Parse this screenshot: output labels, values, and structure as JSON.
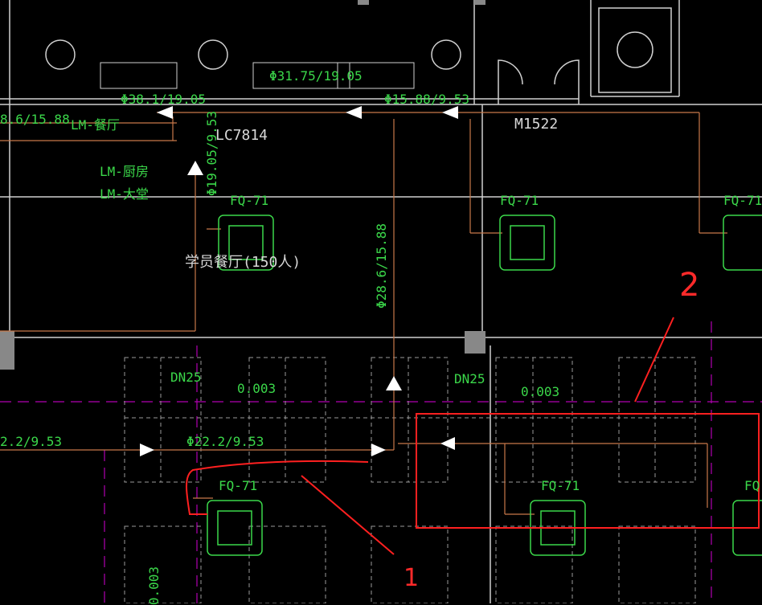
{
  "pipes": {
    "p1": "Φ38.1/19.05",
    "p2": "Φ31.75/19.05",
    "p3": "Φ15.88/9.53",
    "p4": "8.6/15.88",
    "p5": "Φ19.05/9.53",
    "p6": "Φ28.6/15.88",
    "p7": "Φ22.2/9.53",
    "p8": "2.2/9.53"
  },
  "labels": {
    "lm_dining": "LM-餐厅",
    "lm_kitchen": "LM-厨房",
    "lm_lobby": "LM-大堂",
    "window": "LC7814",
    "door": "M1522",
    "room": "学员餐厅(150人)",
    "dn1": "DN25",
    "dn2": "DN25",
    "slope1": "0.003",
    "slope2": "0.003",
    "slope3": "0.003"
  },
  "units": {
    "u1": "FQ-71",
    "u2": "FQ-71",
    "u3": "FQ-71",
    "u4": "FQ-71",
    "u5": "FQ-71",
    "u6": "FQ"
  },
  "annotations": {
    "mark1": "1",
    "mark2": "2"
  },
  "colors": {
    "background": "#000000",
    "pipe": "#c8784a",
    "text": "#3bd84a",
    "wall": "#e0e0e0",
    "grid": "#b000b0",
    "markup": "#ff2a2a"
  }
}
